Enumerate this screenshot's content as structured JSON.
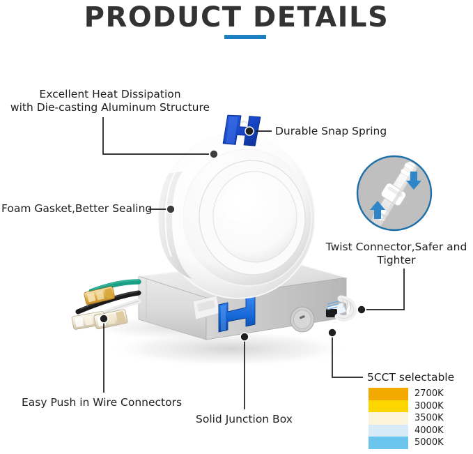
{
  "header": {
    "title": "PRODUCT DETAILS",
    "accent_color": "#1C7FC0"
  },
  "callouts": {
    "heat_dissipation": "Excellent Heat Dissipation\nwith Die-casting Aluminum Structure",
    "snap_spring": "Durable Snap Spring",
    "foam_gasket": "Foam Gasket,Better Sealing",
    "twist_connector": "Twist Connector,Safer and\nTighter",
    "easy_push": "Easy Push in Wire Connectors",
    "junction_box": "Solid Junction Box",
    "cct": "5CCT selectable"
  },
  "cct_swatches": [
    {
      "label": "2700K",
      "color": "#F4A900"
    },
    {
      "label": "3000K",
      "color": "#FDD600"
    },
    {
      "label": "3500K",
      "color": "#FCF5DC"
    },
    {
      "label": "4000K",
      "color": "#D6EAF8"
    },
    {
      "label": "5000K",
      "color": "#6CC5ED"
    }
  ],
  "product": {
    "downlight_name": "gimbal-recessed-downlight",
    "snap_spring_color": "#1348C6",
    "junction_box_clip_color": "#1668D8",
    "wire_colors": {
      "ground": "#1C9E86",
      "hot": "#1a1a1a",
      "neutral": "#e8e8e8",
      "connector": "#E0B14A"
    },
    "inset": {
      "ring_color": "#1C6FA8",
      "background": "#BFBFBF",
      "arrow_color": "#2E86C8"
    }
  }
}
